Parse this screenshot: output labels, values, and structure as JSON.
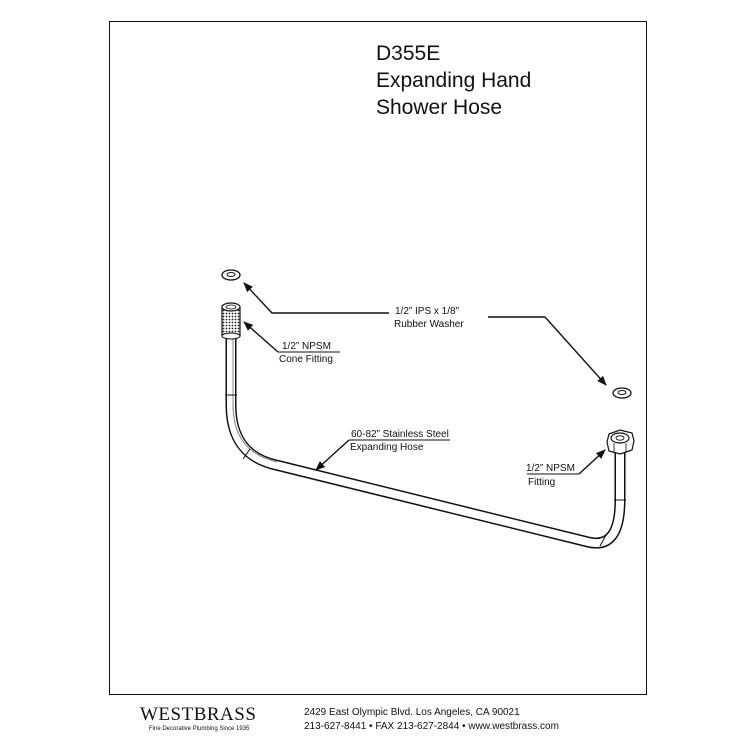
{
  "title": {
    "line1": "D355E",
    "line2": "Expanding Hand",
    "line3": "Shower Hose"
  },
  "labels": {
    "washer_line1": "1/2” IPS x 1/8”",
    "washer_line2": "Rubber Washer",
    "cone_line1": "1/2” NPSM",
    "cone_line2": "Cone Fitting",
    "hose_line1": "60-82” Stainless Steel",
    "hose_line2": "Expanding Hose",
    "fitting_line1": "1/2” NPSM",
    "fitting_line2": "Fitting"
  },
  "footer": {
    "brand": "WESTBRASS",
    "tagline": "Fine Decorative Plumbing Since 1935",
    "address": "2429 East Olympic Blvd. Los Angeles, CA  90021",
    "contact": "213-627-8441 • FAX 213-627-2844 • www.westbrass.com"
  },
  "colors": {
    "ink": "#111111",
    "background": "#ffffff"
  }
}
